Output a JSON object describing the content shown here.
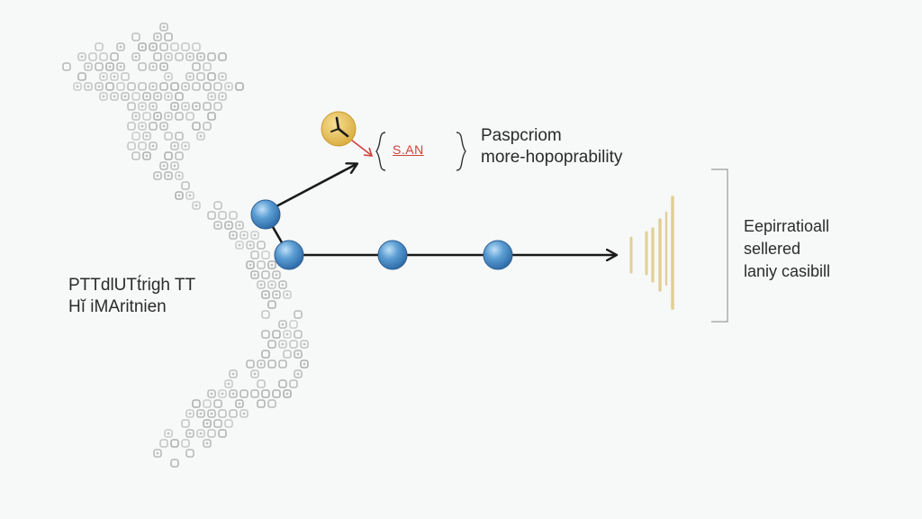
{
  "left_label": {
    "line1": "PTTdlUTt́righ TT",
    "line2": "Hĭ iMAritnien"
  },
  "top_label": {
    "line1": "Paspcriom",
    "line2": "more-hopoprability"
  },
  "right_label": {
    "line1": "Eepirratioall",
    "line2": "sellered",
    "line3": "laniy casibill"
  },
  "badge": {
    "text": "S.AN"
  },
  "colors": {
    "node_fill": "#3f86c4",
    "node_highlight": "#a9d0ee",
    "arrow": "#1a1a1a",
    "clock": "#e6c15a",
    "red_accent": "#d0403a",
    "wave": "#e2cf95",
    "map_glyph": "#9a9a9a",
    "bracket": "#9a9a9a"
  },
  "icons": {
    "clock": "clock-icon",
    "map": "map-silhouette",
    "wave": "sound-wave-icon"
  }
}
